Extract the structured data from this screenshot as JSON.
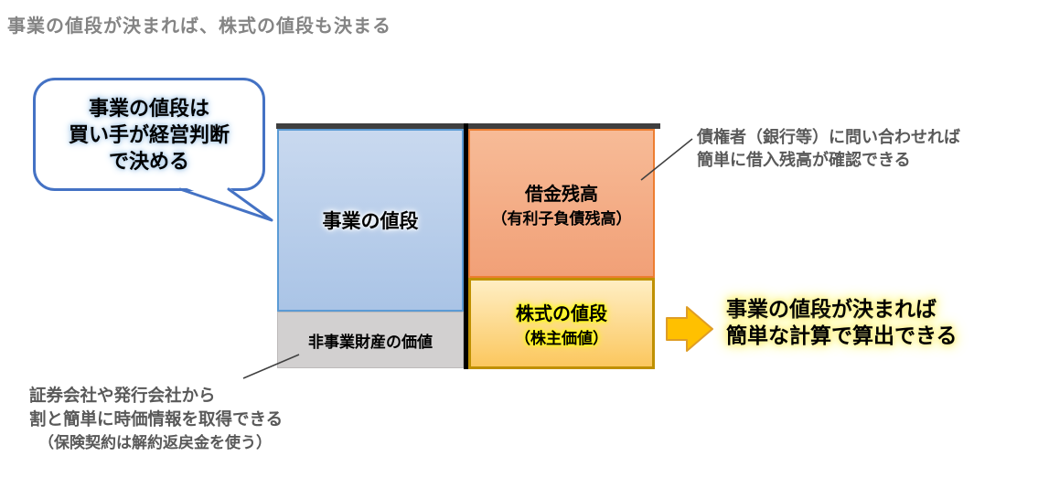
{
  "title": "事業の値段が決まれば、株式の値段も決まる",
  "bubble": {
    "lines": [
      "事業の値段は",
      "買い手が経営判断",
      "で決める"
    ]
  },
  "boxes": {
    "business": {
      "label": "事業の値段"
    },
    "non_business": {
      "label": "非事業財産の価値"
    },
    "debt": {
      "line1": "借金残高",
      "line2": "（有利子負債残高）"
    },
    "stock": {
      "line1": "株式の値段",
      "line2": "（株主価値）"
    }
  },
  "annotations": {
    "debt": {
      "line1": "債権者（銀行等）に問い合わせれば",
      "line2": "簡単に借入残高が確認できる"
    },
    "assets": {
      "line1": "証券会社や発行会社から",
      "line2": "割と簡単に時価情報を取得できる",
      "line3": "（保険契約は解約返戻金を使う）"
    }
  },
  "conclusion": {
    "line1": "事業の値段が決まれば",
    "line2": "簡単な計算で算出できる"
  },
  "icons": {
    "arrow": "arrow-right-icon"
  },
  "colors": {
    "title_text": "#848484",
    "annotation_text": "#595959",
    "bubble_border": "#4472C4",
    "bubble_glow": "#BDD7EE",
    "business_box_fill": "#B9CDEA",
    "business_box_border": "#5B9BD5",
    "non_business_box_fill": "#D2D0D0",
    "debt_box_fill": "#F4B183",
    "debt_box_border": "#ED7D31",
    "stock_box_fill": "#FCD77F",
    "stock_box_border": "#BF9000",
    "top_bar": "#3F3F3F",
    "divider": "#000000",
    "arrow_fill": "#FFC000",
    "arrow_border": "#DE9D26",
    "text_glow_yellow": "#FFFF00",
    "conclusion_glow": "#FCF27F"
  }
}
